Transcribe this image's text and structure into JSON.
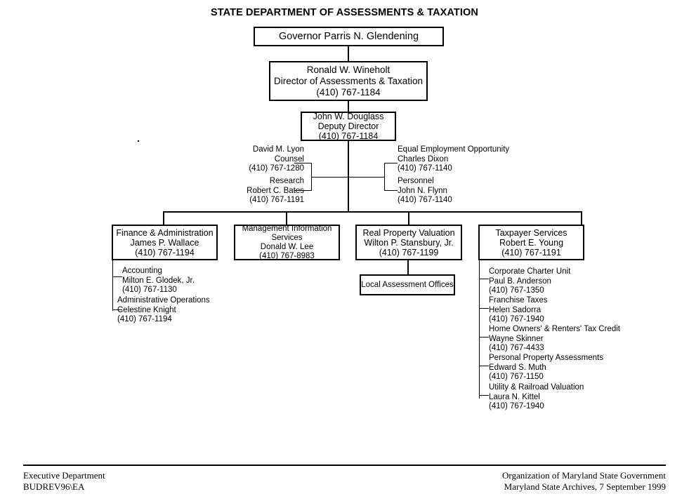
{
  "title": "STATE DEPARTMENT OF ASSESSMENTS & TAXATION",
  "nodes": {
    "governor": {
      "line1": "Governor Parris N. Glendening"
    },
    "director": {
      "line1": "Ronald W. Wineholt",
      "line2": "Director of Assessments & Taxation",
      "line3": "(410) 767-1184"
    },
    "deputy": {
      "line1": "John W. Douglass",
      "line2": "Deputy Director",
      "line3": "(410) 767-1184"
    },
    "finance": {
      "line1": "Finance & Administration",
      "line2": "James P. Wallace",
      "line3": "(410) 767-1194"
    },
    "mis": {
      "line1": "Management Information",
      "line2": "Services",
      "line3": "Donald W. Lee",
      "line4": "(410) 767-8983"
    },
    "realproperty": {
      "line1": "Real Property Valuation",
      "line2": "Wilton P. Stansbury, Jr.",
      "line3": "(410) 767-1199"
    },
    "taxpayer": {
      "line1": "Taxpayer Services",
      "line2": "Robert E. Young",
      "line3": "(410) 767-1191"
    },
    "localoffices": {
      "line1": "Local Assessment Offices"
    }
  },
  "staff_left": [
    {
      "unit": "David M. Lyon",
      "title": "Counsel",
      "phone": "(410) 767-1280"
    },
    {
      "unit": "Research",
      "title": "Robert C. Bates",
      "phone": "(410) 767-1191"
    }
  ],
  "staff_right": [
    {
      "unit": "Equal Employment Opportunity",
      "title": "Charles Dixon",
      "phone": "(410) 767-1140"
    },
    {
      "unit": "Personnel",
      "title": "John N. Flynn",
      "phone": "(410) 767-1140"
    }
  ],
  "finance_units": [
    {
      "unit": "Accounting",
      "person": "Milton E. Glodek, Jr.",
      "phone": "(410) 767-1130"
    },
    {
      "unit": "Administrative Operations",
      "person": "Celestine Knight",
      "phone": "(410) 767-1194"
    }
  ],
  "taxpayer_units": [
    {
      "unit": "Corporate Charter Unit",
      "person": "Paul B. Anderson",
      "phone": "(410) 767-1350"
    },
    {
      "unit": "Franchise Taxes",
      "person": "Helen Sadorra",
      "phone": "(410) 767-1940"
    },
    {
      "unit": "Home Owners' & Renters' Tax Credit",
      "person": "Wayne Skinner",
      "phone": "(410) 767-4433"
    },
    {
      "unit": "Personal Property Assessments",
      "person": "Edward S. Muth",
      "phone": "(410) 767-1150"
    },
    {
      "unit": "Utility & Railroad Valuation",
      "person": "Laura N. Kittel",
      "phone": "(410) 767-1940"
    }
  ],
  "footer": {
    "left_line1": "Executive Department",
    "left_line2": "BUDREV96\\EA",
    "right_line1": "Organization of Maryland State Government",
    "right_line2": "Maryland State Archives, 7 September 1999"
  }
}
